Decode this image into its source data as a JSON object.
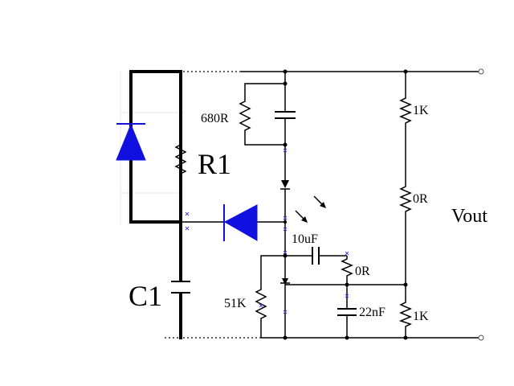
{
  "labels": {
    "r1": "R1",
    "c1": "C1",
    "r680": "680R",
    "r1k_top": "1K",
    "r0_mid": "0R",
    "r0_small": "0R",
    "r51k": "51K",
    "r1k_bot": "1K",
    "cap10u": "10uF",
    "cap22n": "22nF",
    "vout": "Vout"
  },
  "colors": {
    "component_blue": "#1010e0",
    "wire": "#000000"
  }
}
